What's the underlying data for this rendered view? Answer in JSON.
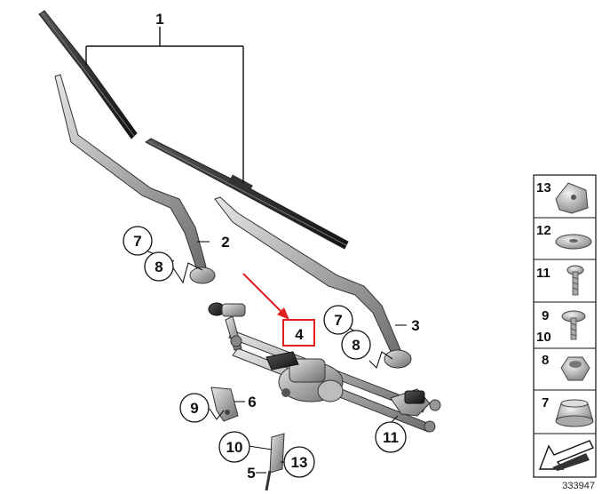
{
  "diagram": {
    "callouts": {
      "c1": "1",
      "c2": "2",
      "c3": "3",
      "c4": "4",
      "c5": "5",
      "c6": "6",
      "c7a": "7",
      "c7b": "7",
      "c8a": "8",
      "c8b": "8",
      "c9": "9",
      "c10": "10",
      "c11": "11",
      "c13": "13"
    },
    "highlight_color": "#e02020"
  },
  "legend": {
    "items": [
      {
        "label": "13"
      },
      {
        "label": "12"
      },
      {
        "label": "11"
      },
      {
        "label": "9"
      },
      {
        "label": "10"
      },
      {
        "label": "8"
      },
      {
        "label": "7"
      }
    ]
  },
  "footer": {
    "catalog_number": "333947"
  }
}
